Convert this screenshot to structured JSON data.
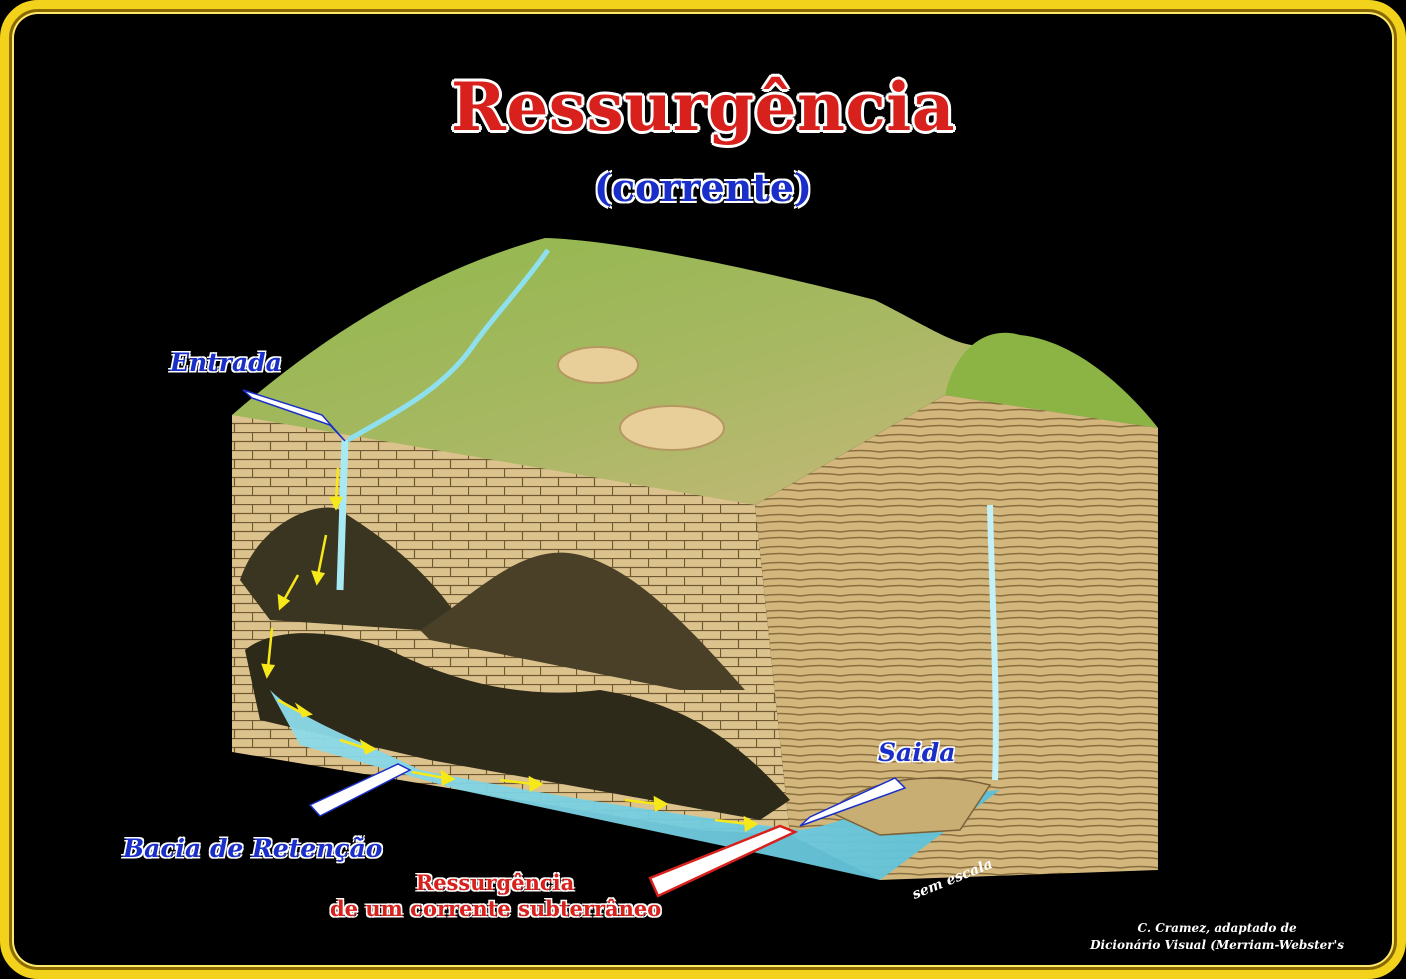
{
  "title": "Ressurgência",
  "subtitle": "(corrente)",
  "labels": {
    "entrada": "Entrada",
    "saida": "Saida",
    "bacia": "Bacia de Retenção",
    "ressurgencia_line1": "Ressurgência",
    "ressurgencia_line2": "de um corrente subterrâneo",
    "sem_escala": "sem escala"
  },
  "credit": {
    "line1": "C. Cramez, adaptado  de",
    "line2": "Dicionário Visual (Merriam-Webster's"
  },
  "colors": {
    "frame": "#f2d21a",
    "title_red": "#d8201c",
    "label_blue": "#1a2fc9",
    "rock": "#d9c08a",
    "grass": "#7fa83a",
    "water": "#7ed3e6",
    "flow_arrow": "#f7e81a"
  }
}
